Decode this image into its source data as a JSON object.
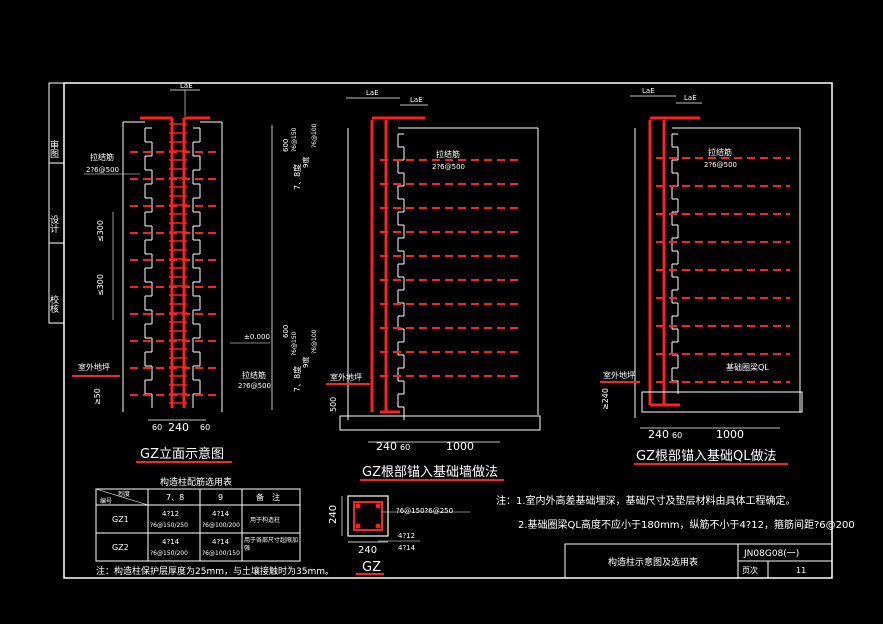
{
  "colors": {
    "background": "#000000",
    "line": "#ffffff",
    "rebar": "#ff2020",
    "title_underline": "#ff2020"
  },
  "side_labels": [
    "审图",
    "设计",
    "校核"
  ],
  "drawings": {
    "elevation": {
      "title": "GZ立面示意图",
      "lae": "LaE",
      "tie_label": "拉结筋",
      "tie_spec": "2?6@500",
      "spacing_top": "≤300",
      "spacing_mid": "≤300",
      "ground_label": "室外地坪",
      "depth": "≥50",
      "elevation_mark": "±0.000",
      "dim_600a": "600",
      "dim_600b": "600",
      "dim_78a": "7、8度",
      "dim_9a": "9度",
      "stir_a1": "?6@150",
      "stir_a2": "?6@100",
      "dim_78b": "7、8度",
      "dim_9b": "9度",
      "stir_b1": "?6@150",
      "stir_b2": "?6@100",
      "tie_label2": "拉结筋",
      "tie_spec2": "2?6@500",
      "dim_240": "240",
      "dim_60l": "60",
      "dim_60r": "60"
    },
    "foundation_wall": {
      "title": "GZ根部锚入基础墙做法",
      "lae1": "LaE",
      "lae2": "LaE",
      "tie_label": "拉结筋",
      "tie_spec": "2?6@500",
      "ground_label": "室外地坪",
      "dim_500": "500",
      "dim_240": "240",
      "dim_60": "60",
      "dim_1000": "1000"
    },
    "foundation_beam": {
      "title": "GZ根部锚入基础QL做法",
      "lae1": "LaE",
      "lae2": "LaE",
      "tie_label": "拉结筋",
      "tie_spec": "2?6@500",
      "beam_label": "基础圈梁QL",
      "ground_label": "室外地坪",
      "depth": "≥240",
      "dim_240": "240",
      "dim_60": "60",
      "dim_1000": "1000"
    },
    "section": {
      "label": "GZ",
      "dim_w": "240",
      "dim_h": "240",
      "stirrup": "?6@150?6@250",
      "bars1": "4?12",
      "bars2": "4?14"
    }
  },
  "table": {
    "title": "构造柱配筋选用表",
    "head_corner_top": "烈度",
    "head_corner_bottom": "编号",
    "headers": [
      "7、8",
      "9",
      "备　注"
    ],
    "rows": [
      {
        "id": "GZ1",
        "c78a": "4?12",
        "c78b": "?6@150/250",
        "c9a": "4?14",
        "c9b": "?6@100/200",
        "note": "用于构造柱"
      },
      {
        "id": "GZ2",
        "c78a": "4?14",
        "c78b": "?6@150/200",
        "c9a": "4?14",
        "c9b": "?6@100/150",
        "note": "用于各部尺寸超限加强"
      }
    ],
    "footnote": "注：构造柱保护层厚度为25mm，与土壤接触时为35mm。"
  },
  "notes": [
    "注：1.室内外高差基础埋深，基础尺寸及垫层材料由具体工程确定。",
    "2.基础圈梁QL高度不应小于180mm，纵筋不小于4?12，箍筋间距?6@200"
  ],
  "titleblock": {
    "name": "构造柱示意图及选用表",
    "code": "JN08G08(一)",
    "page_label": "页次",
    "page_no": "11"
  }
}
